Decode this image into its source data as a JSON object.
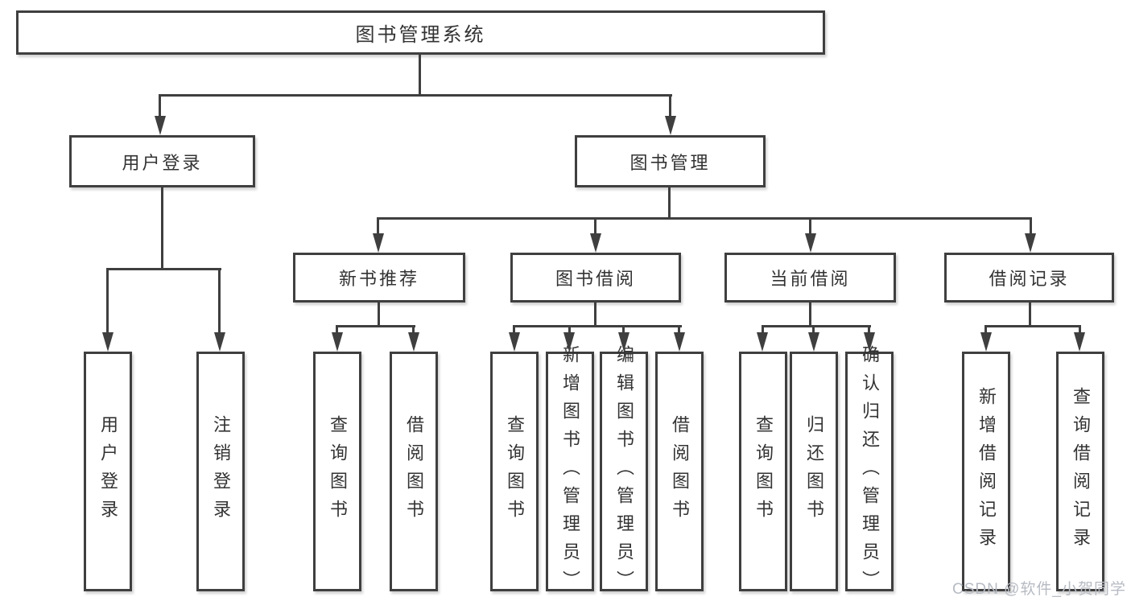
{
  "diagram_title": "图书管理系统",
  "colors": {
    "line": "#3f3f3f",
    "box_border": "#3f3f3f",
    "text": "#333333",
    "watermark": "#b7bbc3",
    "bg": "#ffffff"
  },
  "nodes": {
    "root": "图书管理系统",
    "user_login": "用户登录",
    "book_mgmt": "图书管理",
    "new_books": "新书推荐",
    "book_borrow": "图书借阅",
    "current_borrow": "当前借阅",
    "borrow_records": "借阅记录",
    "leaf_user_login": "用户登录",
    "leaf_logout": "注销登录",
    "leaf_nb_query": "查询图书",
    "leaf_nb_borrow": "借阅图书",
    "leaf_bb_query": "查询图书",
    "leaf_bb_add": "新增图书（管理员）",
    "leaf_bb_edit": "编辑图书（管理员）",
    "leaf_bb_borrow": "借阅图书",
    "leaf_cb_query": "查询图书",
    "leaf_cb_return": "归还图书",
    "leaf_cb_confirm": "确认归还（管理员）",
    "leaf_br_add": "新增借阅记录",
    "leaf_br_query": "查询借阅记录"
  },
  "edges": [
    {
      "parent": "图书管理系统",
      "child": "用户登录"
    },
    {
      "parent": "图书管理系统",
      "child": "图书管理"
    },
    {
      "parent": "用户登录",
      "child": "用户登录"
    },
    {
      "parent": "用户登录",
      "child": "注销登录"
    },
    {
      "parent": "图书管理",
      "child": "新书推荐"
    },
    {
      "parent": "图书管理",
      "child": "图书借阅"
    },
    {
      "parent": "图书管理",
      "child": "当前借阅"
    },
    {
      "parent": "图书管理",
      "child": "借阅记录"
    },
    {
      "parent": "新书推荐",
      "child": "查询图书"
    },
    {
      "parent": "新书推荐",
      "child": "借阅图书"
    },
    {
      "parent": "图书借阅",
      "child": "查询图书"
    },
    {
      "parent": "图书借阅",
      "child": "新增图书（管理员）"
    },
    {
      "parent": "图书借阅",
      "child": "编辑图书（管理员）"
    },
    {
      "parent": "图书借阅",
      "child": "借阅图书"
    },
    {
      "parent": "当前借阅",
      "child": "查询图书"
    },
    {
      "parent": "当前借阅",
      "child": "归还图书"
    },
    {
      "parent": "当前借阅",
      "child": "确认归还（管理员）"
    },
    {
      "parent": "借阅记录",
      "child": "新增借阅记录"
    },
    {
      "parent": "借阅记录",
      "child": "查询借阅记录"
    }
  ],
  "watermark": "CSDN @软件_小贺同学"
}
